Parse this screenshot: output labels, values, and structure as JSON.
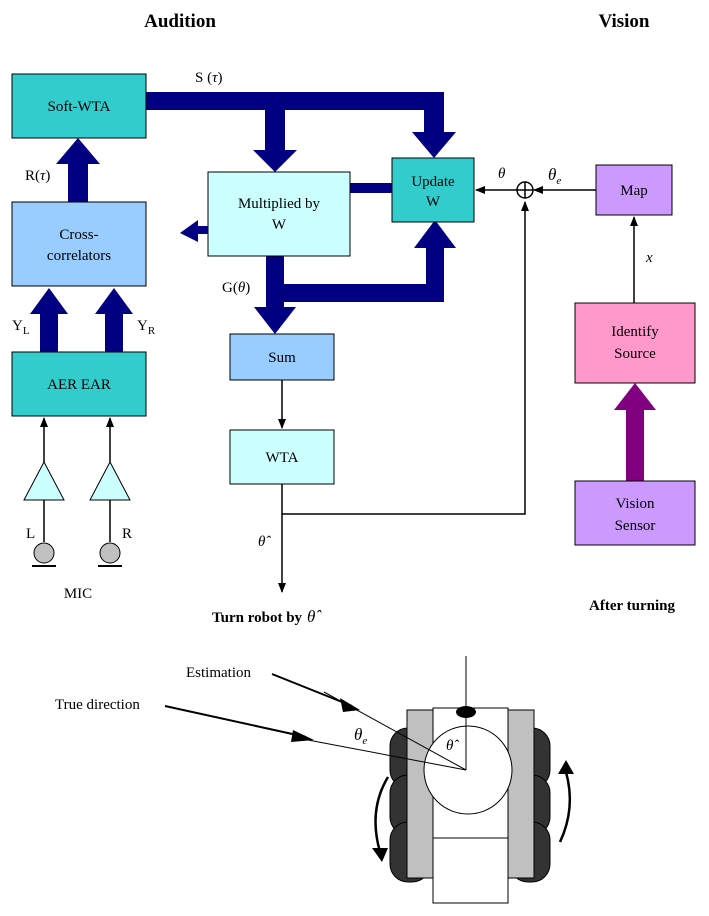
{
  "headers": {
    "audition": "Audition",
    "vision": "Vision"
  },
  "boxes": {
    "soft_wta": "Soft-WTA",
    "cross_correlators_l1": "Cross-",
    "cross_correlators_l2": "correlators",
    "aer_ear": "AER EAR",
    "multiplied_l1": "Multiplied by",
    "multiplied_l2": "W",
    "update_l1": "Update",
    "update_l2": "W",
    "sum": "Sum",
    "wta": "WTA",
    "map": "Map",
    "identify_l1": "Identify",
    "identify_l2": "Source",
    "vision_sensor_l1": "Vision",
    "vision_sensor_l2": "Sensor"
  },
  "labels": {
    "s_tau": "S (",
    "s_tau_sym": "τ",
    "s_tau_close": ")",
    "r_tau": "R(",
    "r_tau_sym": "τ",
    "r_tau_close": ")",
    "y_l": "Y",
    "y_l_sub": "L",
    "y_r": "Y",
    "y_r_sub": "R",
    "g_theta": "G(",
    "g_theta_sym": "θ",
    "g_theta_close": ")",
    "theta": "θ",
    "theta_e": "θ",
    "theta_e_sub": "e",
    "x": "x",
    "theta_hat": "θ̂",
    "mic_l": "L",
    "mic_r": "R",
    "mic": "MIC",
    "turn_robot": "Turn robot by",
    "turn_robot_sym": "θ̂",
    "after_turning": "After turning"
  },
  "robot": {
    "estimation": "Estimation",
    "true_direction": "True direction",
    "theta_e": "θ",
    "theta_e_sub": "e",
    "theta_hat": "θ̂"
  },
  "colors": {
    "teal": "#33cccc",
    "light_cyan": "#ccffff",
    "light_blue": "#99ccff",
    "violet": "#cc99ff",
    "pink": "#ff99cc",
    "navy": "#000080",
    "purple": "#800080",
    "wheel": "#333333",
    "gray": "#c0c0c0"
  }
}
